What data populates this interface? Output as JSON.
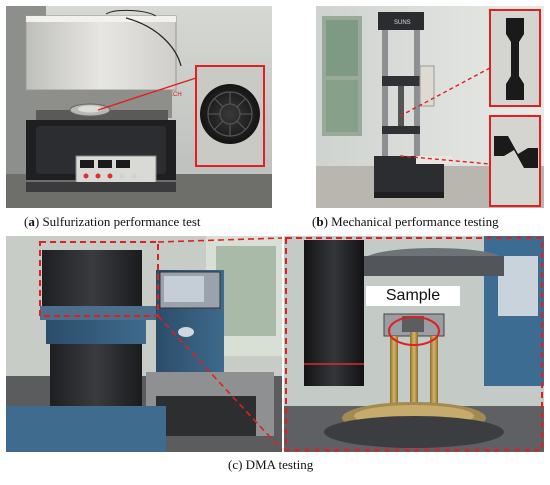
{
  "panel_a": {
    "caption_letter": "a",
    "caption_text": " Sulfurization performance test",
    "machine_logo": "GOTECH"
  },
  "panel_b": {
    "caption_letter": "b",
    "caption_text": " Mechanical performance testing",
    "machine_logo": "SUNS"
  },
  "panel_c": {
    "caption": "(c) DMA testing",
    "sample_label": "Sample"
  },
  "colors": {
    "highlight": "#e02020",
    "background": "#ffffff"
  }
}
